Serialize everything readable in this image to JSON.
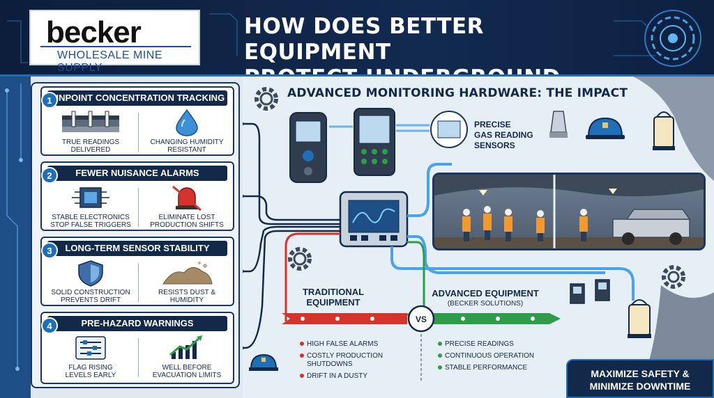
{
  "header": {
    "logo_word": "becker",
    "logo_sub": "WHOLESALE MINE SUPPLY",
    "title_line1": "HOW DOES BETTER EQUIPMENT",
    "title_line2": "PROTECT UNDERGROUND CREWS?"
  },
  "sections": [
    {
      "num": "1",
      "title": "PINPOINT CONCENTRATION TRACKING",
      "items": [
        {
          "label1": "TRUE READINGS",
          "label2": "DELIVERED",
          "icon": "layered-ground-icon"
        },
        {
          "label1": "CHANGING HUMIDITY",
          "label2": "RESISTANT",
          "icon": "water-drop-icon"
        }
      ]
    },
    {
      "num": "2",
      "title": "FEWER NUISANCE ALARMS",
      "items": [
        {
          "label1": "STABLE ELECTRONICS",
          "label2": "STOP FALSE TRIGGERS",
          "icon": "circuit-chip-icon"
        },
        {
          "label1": "ELIMINATE LOST",
          "label2": "PRODUCTION SHIFTS",
          "icon": "no-alarm-icon"
        }
      ]
    },
    {
      "num": "3",
      "title": "LONG-TERM SENSOR STABILITY",
      "items": [
        {
          "label1": "SOLID CONSTRUCTION",
          "label2": "PREVENTS DRIFT",
          "icon": "shield-icon"
        },
        {
          "label1": "RESISTS DUST &",
          "label2": "HUMIDITY",
          "icon": "dust-pile-icon"
        }
      ]
    },
    {
      "num": "4",
      "title": "PRE-HAZARD WARNINGS",
      "items": [
        {
          "label1": "FLAG RISING",
          "label2": "LEVELS EARLY",
          "icon": "sliders-icon"
        },
        {
          "label1": "WELL BEFORE",
          "label2": "EVACUATION LIMITS",
          "icon": "rising-chart-icon"
        }
      ]
    }
  ],
  "impact_title": "ADVANCED MONITORING HARDWARE: THE IMPACT",
  "gas_label": {
    "line1": "PRECISE",
    "line2": "GAS READING",
    "line3": "SENSORS"
  },
  "compare": {
    "traditional_line1": "TRADITIONAL",
    "traditional_line2": "EQUIPMENT",
    "advanced_line1": "ADVANCED EQUIPMENT",
    "advanced_sub": "(BECKER SOLUTIONS)",
    "vs": "VS",
    "traditional_points": [
      "HIGH FALSE ALARMS",
      "COSTLY PRODUCTION",
      "SHUTDOWNS",
      "DRIFT IN A DUSTY"
    ],
    "advanced_points": [
      "PRECISE READINGS",
      "CONTINUOUS OPERATION",
      "STABLE PERFORMANCE"
    ]
  },
  "cta": {
    "line1": "MAXIMIZE SAFETY &",
    "line2": "MINIMIZE DOWNTIME"
  },
  "colors": {
    "navy": "#13294a",
    "accent_blue": "#1f6fb8",
    "red": "#d6332b",
    "green": "#2e9c48"
  }
}
